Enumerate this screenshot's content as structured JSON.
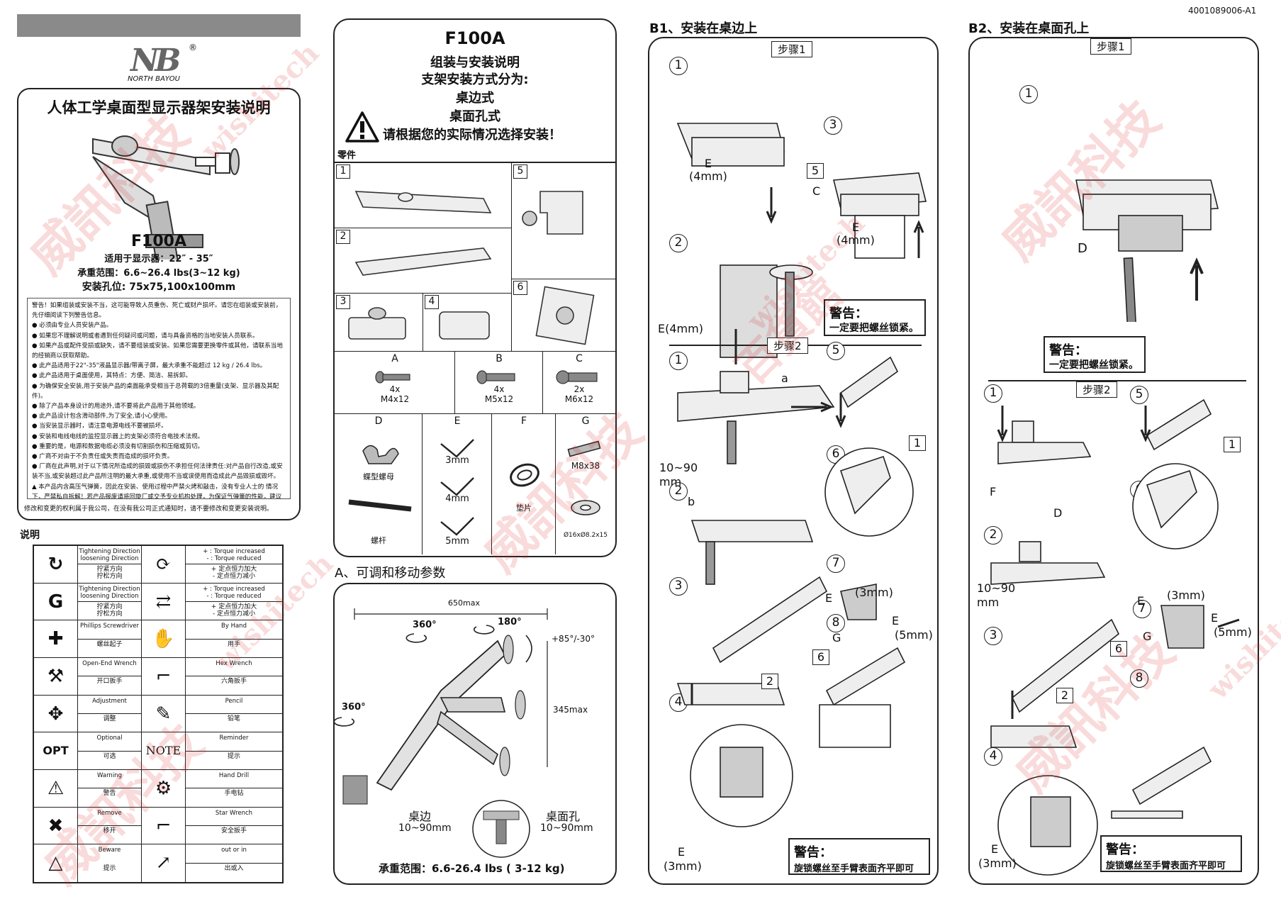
{
  "doc_code": "4001089006-A1",
  "brand": {
    "logo": "NB",
    "reg": "®",
    "name": "NORTH BAYOU"
  },
  "cover": {
    "title": "人体工学桌面型显示器架安装说明",
    "model": "F100A",
    "spec_size": "适用于显示器：22″ - 35″",
    "spec_load": "承重范围：6.6~26.4 lbs(3~12 kg)",
    "spec_vesa": "安装孔位: 75x75,100x100mm",
    "warnings": [
      "警告！如果组装或安装不当，这可能导致人员重伤、死亡或财产损坏。请您在组装或安装前，先仔细阅读下列警告信息。",
      "● 必须由专业人员安装产品。",
      "● 如果您不理解说明或者遇到任何疑问或问题，请与具备资格的当地安装人员联系。",
      "● 如果产品或配件受损或缺失，请不要组装或安装。如果您需要更换零件或其他，请联系当地的经销商以获取帮助。",
      "● 此产品适用于22\"-35\"液晶显示器/带离子屏，最大承重不能超过 12 kg / 26.4 lbs。",
      "● 此产品适用于桌面使用，其特点：方便、简洁、易拆卸。",
      "● 为确保安全安装,用于安装产品的桌面能承受相当于总荷载的3倍重量(支架、显示器及其配件)。",
      "● 除了产品本身设计的用途外,请不要将此产品用于其他领域。",
      "● 此产品设计包含滑动部件,为了安全,请小心使用。",
      "● 当安装显示器时，请注意电源电线不要被损坏。",
      "● 安装和电线电线的监控显示器上的支架必须符合电技术法规。",
      "● 重要的是，电源和数据电缆必须没有切割损伤和压缩或剪切。",
      "● 广商不对由于不负责任或失责而造成的损坏负责。",
      "● 厂商在此声明,对于以下情况所造成的损毁或损伤不承担任何法律责任:对产品自行改造,或安装不当,或安装超过此产品所注明的最大承重,或使用不当或误使用而造成此产品毁损或毁坏。",
      "▲ 本产品内含高压气弹簧，因此在安装、使用过程中严禁火烤和敲击，没有专业人士的 情况下，严禁私自拆解！若产品报废请将回旋厂或交予专业机构处理，为保证气弹簧的性能，建议您对本产品的手臂每月进行多次的全行程测节。"
    ],
    "copyright": "修改和变更的权利属于我公司，在没有我公司正式通知时，请不要修改和变更安装说明。"
  },
  "legend": {
    "heading": "说明",
    "rows": [
      {
        "l_icon": "tighten",
        "l_en": "Tightening Direction\nloosening Direction",
        "l_cn": "拧紧方向\n拧松方向",
        "r_icon": "torque",
        "r_en": "+ : Torque increased\n- : Torque reduced",
        "r_cn": "+ 定点恒力加大\n- 定点恒力减小"
      },
      {
        "l_icon": "tighten2",
        "l_en": "Tightening Direction\nloosening Direction",
        "l_cn": "拧紧方向\n拧松方向",
        "r_icon": "torque2",
        "r_en": "+ : Torque increased\n- : Torque reduced",
        "r_cn": "+ 定点恒力加大\n- 定点恒力减小"
      },
      {
        "l_icon": "screwdriver",
        "l_en": "Phillips Screwdriver",
        "l_cn": "螺丝起子",
        "r_icon": "hand",
        "r_en": "By Hand",
        "r_cn": "用手"
      },
      {
        "l_icon": "wrench",
        "l_en": "Open-End Wrench",
        "l_cn": "开口扳手",
        "r_icon": "hexkey",
        "r_en": "Hex Wrench",
        "r_cn": "六角扳手"
      },
      {
        "l_icon": "adjust",
        "l_en": "Adjustment",
        "l_cn": "调整",
        "r_icon": "pencil",
        "r_en": "Pencil",
        "r_cn": "铅笔"
      },
      {
        "l_icon": "OPT",
        "l_en": "Optional",
        "l_cn": "可选",
        "r_icon": "NOTE",
        "r_en": "Reminder",
        "r_cn": "提示"
      },
      {
        "l_icon": "warning",
        "l_en": "Warning",
        "l_cn": "警告",
        "r_icon": "drill",
        "r_en": "Hand Drill",
        "r_cn": "手电钻"
      },
      {
        "l_icon": "remove",
        "l_en": "Remove",
        "l_cn": "移开",
        "r_icon": "starwrench",
        "r_en": "Star Wrench",
        "r_cn": "安全扳手"
      },
      {
        "l_icon": "beware",
        "l_en": "Beware",
        "l_cn": "提示",
        "r_icon": "inout",
        "r_en": "out or in",
        "r_cn": "出或入"
      }
    ]
  },
  "intro": {
    "model": "F100A",
    "line1": "组装与安装说明",
    "line2": "支架安装方式分为:",
    "line3": "桌边式",
    "line4": "桌面孔式",
    "line5": "请根据您的实际情况选择安装！",
    "parts_label": "零件",
    "part_nums": [
      "1",
      "2",
      "3",
      "4",
      "5",
      "6"
    ],
    "screws": [
      {
        "letter": "A",
        "qty": "4x",
        "size": "M4x12"
      },
      {
        "letter": "B",
        "qty": "4x",
        "size": "M5x12"
      },
      {
        "letter": "C",
        "qty": "2x",
        "size": "M6x12"
      }
    ],
    "tools": [
      {
        "letter": "D",
        "label1": "蝶型螺母",
        "label2": "螺杆"
      },
      {
        "letter": "E",
        "sizes": [
          "3mm",
          "4mm",
          "5mm"
        ]
      },
      {
        "letter": "F",
        "label1": "垫片"
      },
      {
        "letter": "G",
        "size": "M8x38",
        "washer": "Ø16xØ8.2x15"
      }
    ]
  },
  "adjust": {
    "heading": "A、可调和移动参数",
    "width": "650max",
    "rot_top": "360°",
    "tilt_top": "180°",
    "tilt": "+85°/-30°",
    "rot_left": "360°",
    "height": "345max",
    "edge_label": "桌边",
    "edge_range": "10~90mm",
    "hole_label": "桌面孔",
    "hole_range": "10~90mm",
    "load": "承重范围：6.6-26.4 lbs ( 3-12 kg)"
  },
  "b1": {
    "heading": "B1、安装在桌边上",
    "step1": "步骤1",
    "step2": "步骤2",
    "labels": {
      "E4": "E\n(4mm)",
      "C": "C",
      "E4b": "E\n(4mm)",
      "E4c": "E(4mm)",
      "range": "10~90\nmm",
      "a": "a",
      "b": "b",
      "E3": "E",
      "E3mm": "(3mm)",
      "E5": "E",
      "E5mm": "(5mm)",
      "G": "G",
      "E3b": "E",
      "E3bmm": "(3mm)"
    },
    "warn1_title": "警告：",
    "warn1_text": "一定要把螺丝锁紧。",
    "warn2_title": "警告：",
    "warn2_text": "旋锁螺丝至手臂表面齐平即可"
  },
  "b2": {
    "heading": "B2、安装在桌面孔上",
    "step1": "步骤1",
    "step2": "步骤2",
    "labels": {
      "D": "D",
      "F": "F",
      "D2": "D",
      "range": "10~90\nmm",
      "E3": "E",
      "E3mm": "(3mm)",
      "E5": "E",
      "E5mm": "(5mm)",
      "G": "G",
      "E3b": "E",
      "E3bmm": "(3mm)"
    },
    "warn1_title": "警告：",
    "warn1_text": "一定要把螺丝锁紧。",
    "warn2_title": "警告：",
    "warn2_text": "旋锁螺丝至手臂表面齐平即可"
  },
  "watermark": {
    "cn": "威訊科技",
    "cn2": "百貨館",
    "en": "wishitech"
  }
}
